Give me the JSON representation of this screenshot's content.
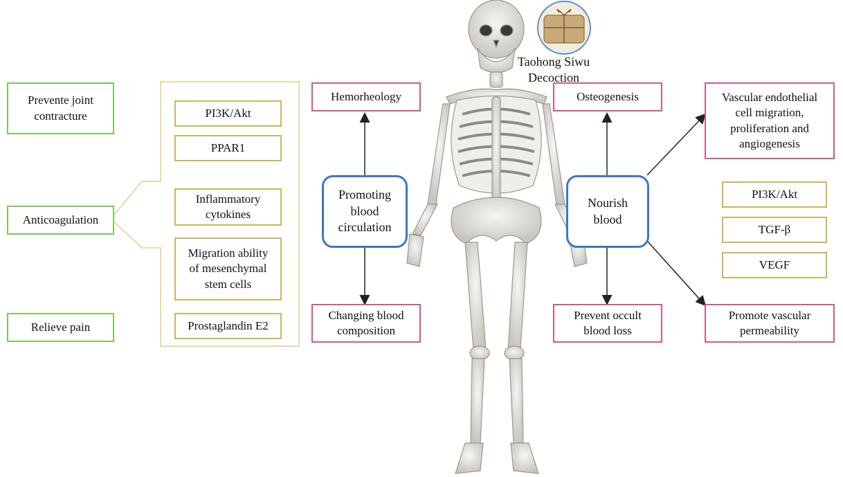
{
  "left_effects": {
    "prevent_contracture": "Prevente joint\ncontracture",
    "anticoagulation": "Anticoagulation",
    "relieve_pain": "Relieve pain"
  },
  "left_pathways": {
    "pi3k": "PI3K/Akt",
    "ppar1": "PPAR1",
    "inflammatory": "Inflammatory\ncytokines",
    "migration": "Migration ability\nof mesenchymal\nstem cells",
    "pge2": "Prostaglandin E2"
  },
  "promoting": {
    "center": "Promoting\nblood\ncirculation",
    "top": "Hemorheology",
    "bottom": "Changing blood\ncomposition"
  },
  "decoction_label": "Taohong Siwu\nDecoction",
  "nourish": {
    "center": "Nourish\nblood",
    "top": "Osteogenesis",
    "bottom": "Prevent occult\nblood loss",
    "top_right": "Vascular endothelial\ncell migration,\nproliferation and\nangiogenesis",
    "bottom_right": "Promote vascular\npermeability"
  },
  "right_pathways": {
    "pi3k": "PI3K/Akt",
    "tgf": "TGF-β",
    "vegf": "VEGF"
  },
  "colors": {
    "green": "#7dc659",
    "olive": "#c8b65a",
    "pink": "#cf5a86",
    "blue": "#3f75c9",
    "bone": "#e6e4df"
  }
}
